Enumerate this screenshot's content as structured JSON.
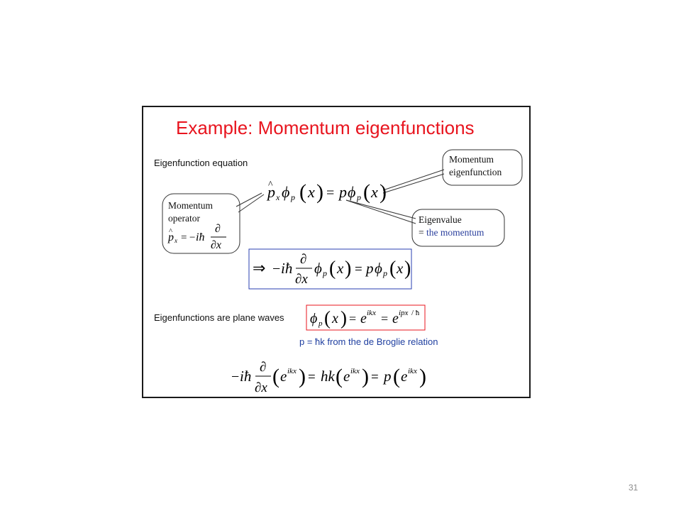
{
  "slide": {
    "title": "Example: Momentum eigenfunctions",
    "heading_eigen_equation": "Eigenfunction equation",
    "heading_plane_waves": "Eigenfunctions are plane waves",
    "note_de_broglie": "p = ħk from the de Broglie relation",
    "callout_eigenfunction": {
      "line1": "Momentum",
      "line2": "eigenfunction"
    },
    "callout_eigenvalue": {
      "line1": "Eigenvalue",
      "line2_prefix": "= ",
      "line2_rest": "the momentum"
    },
    "callout_operator": {
      "line1": "Momentum",
      "line2": "operator"
    }
  },
  "page_number": "31",
  "colors": {
    "title": "#e8141e",
    "box_blue": "#2a3fb0",
    "box_red": "#e8141e",
    "note_blue": "#1f3fa0"
  }
}
